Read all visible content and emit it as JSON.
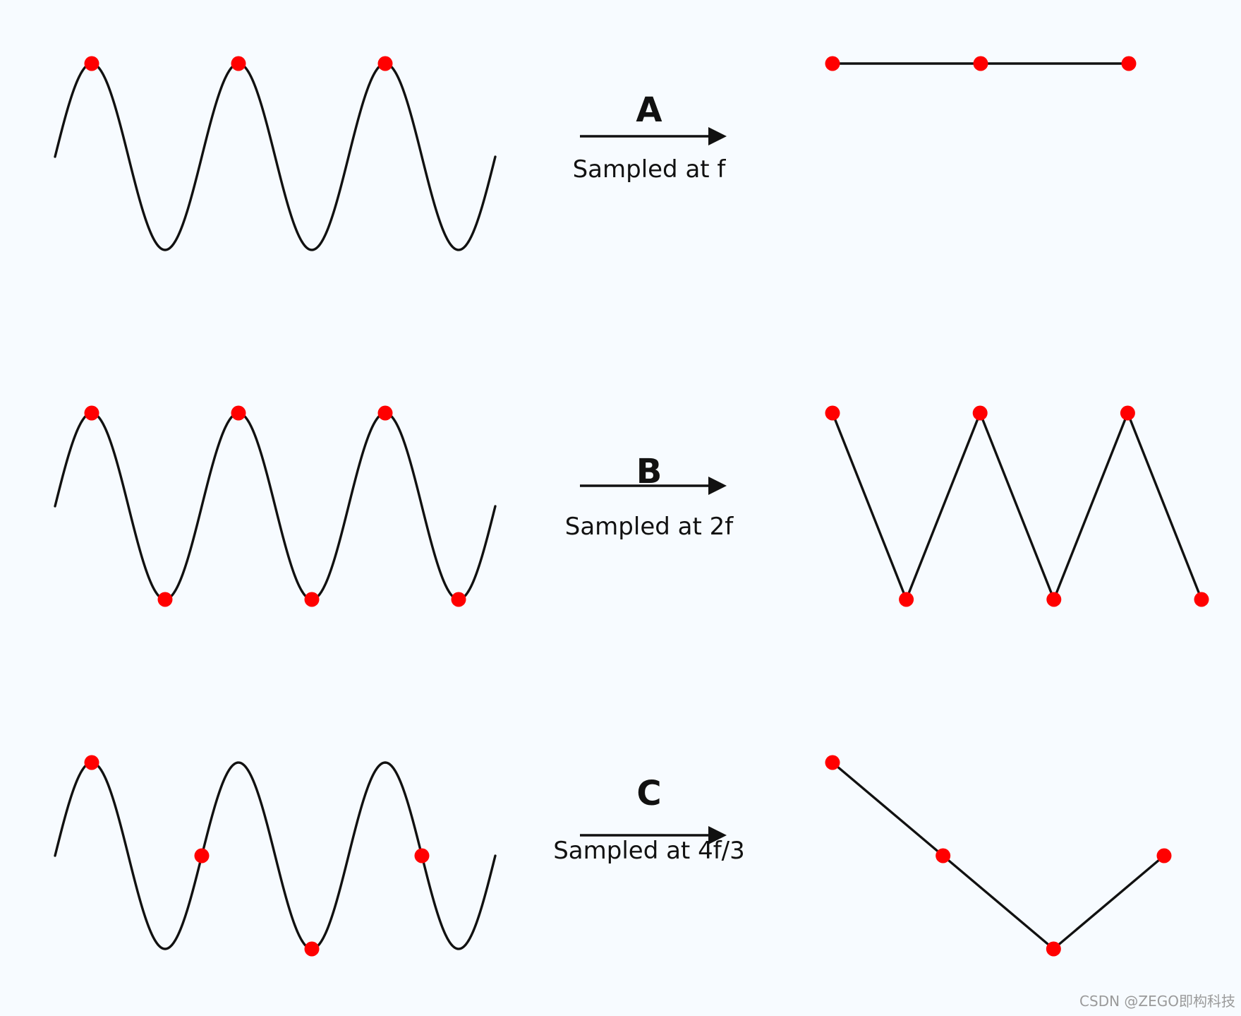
{
  "panels": [
    {
      "label": "A",
      "caption": "Sampled at f",
      "sample_phases": [
        0.25,
        1.25,
        2.25
      ],
      "result_values": [
        1,
        1,
        1
      ]
    },
    {
      "label": "B",
      "caption": "Sampled at 2f",
      "sample_phases": [
        0.25,
        0.75,
        1.25,
        1.75,
        2.25,
        2.75
      ],
      "result_values": [
        1,
        -1,
        1,
        -1,
        1,
        -1
      ]
    },
    {
      "label": "C",
      "caption": "Sampled at 4f/3",
      "sample_phases": [
        0.25,
        1.0,
        1.75,
        2.5
      ],
      "result_values": [
        1,
        0,
        -1,
        0
      ]
    }
  ],
  "wave": {
    "cycles": 3.0,
    "start_phase": 0.0
  },
  "colors": {
    "background": "#f7fbff",
    "line": "#111111",
    "sample_point": "#ff0000",
    "watermark": "#9a9a9a"
  },
  "watermark": "CSDN @ZEGO即构科技"
}
